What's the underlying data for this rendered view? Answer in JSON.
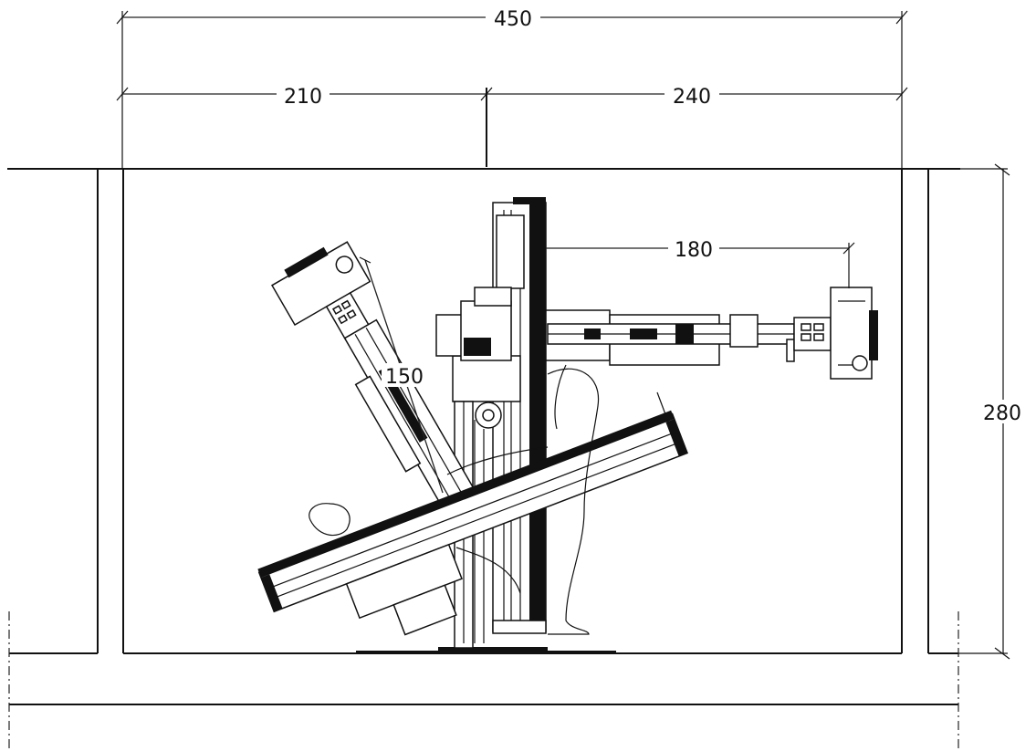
{
  "dimensions": {
    "total_width": "450",
    "left_width": "210",
    "right_width": "240",
    "room_height": "280",
    "arm_reach": "180",
    "tube_length": "150"
  },
  "icons": {
    "equipment": "x-ray-system-drawing"
  }
}
